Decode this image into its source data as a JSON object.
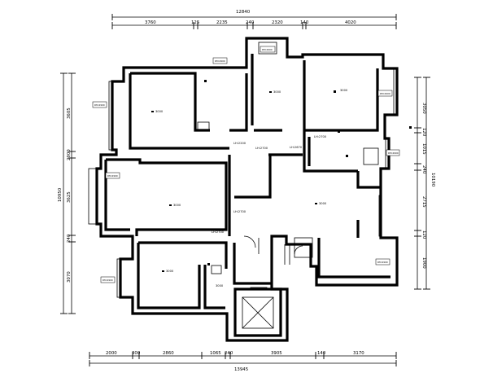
{
  "dimensions": {
    "top_total": "12840",
    "top_segments": [
      "3760",
      "125",
      "2235",
      "240",
      "2320",
      "140",
      "4020"
    ],
    "bottom_total": "13945",
    "bottom_segments": [
      "2000",
      "300",
      "2860",
      "1065",
      "240",
      "3905",
      "140",
      "3170"
    ],
    "left_total": "10950",
    "left_segments": [
      "3605",
      "2900",
      "3625",
      "240",
      "3070"
    ],
    "right_total": "10190",
    "right_segments": [
      "3050",
      "120",
      "1015",
      "240",
      "2715",
      "120",
      "1900"
    ]
  },
  "level_labels": [
    "LH:2200",
    "LH:2700",
    "LH:2670",
    "LH:2700",
    "LH:2700",
    "LH:2700"
  ],
  "room_labels": [
    "3000",
    "3000",
    "3000",
    "3000",
    "3000",
    "3000",
    "3000"
  ],
  "tags": [
    "DM:2900",
    "DM:2900",
    "DM:2900",
    "DM:2900",
    "DM:2900",
    "DM:2900",
    "DM:2900",
    "DM:2900"
  ]
}
